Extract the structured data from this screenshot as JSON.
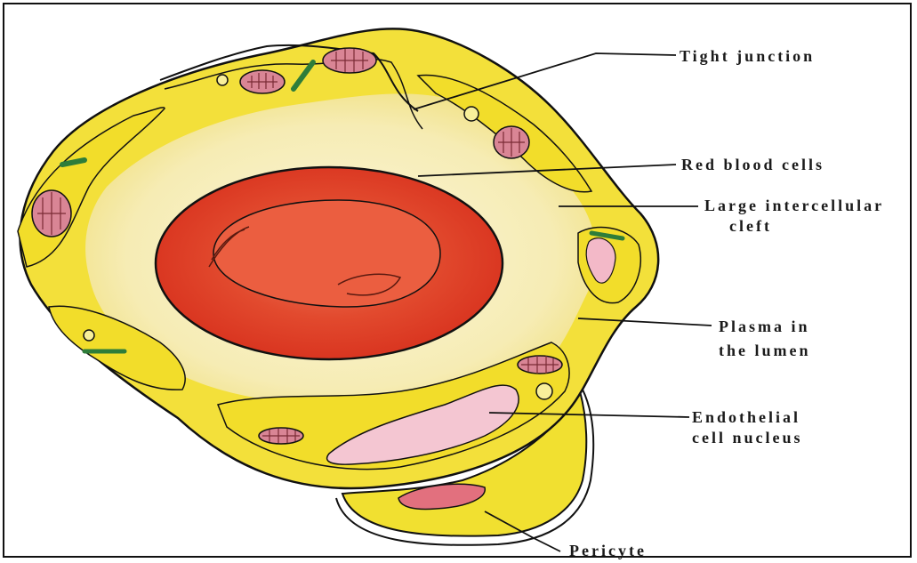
{
  "labels": {
    "tight_junction": "Tight junction",
    "red_blood_cells": "Red blood cells",
    "cleft_line1": "Large intercellular",
    "cleft_line2": "cleft",
    "plasma_line1": "Plasma in",
    "plasma_line2": "the lumen",
    "nucleus_line1": "Endothelial",
    "nucleus_line2": "cell nucleus",
    "pericyte": "Pericyte"
  },
  "colors": {
    "endothelium": "#f2e23a",
    "lumen": "#f8f1c4",
    "rbc": "#e5402a",
    "rbc_center": "#ee6a4f",
    "nucleus": "#f3c3cf",
    "mitochondria": "#d98595",
    "granule": "#2e7d3a",
    "outline": "#111111"
  }
}
